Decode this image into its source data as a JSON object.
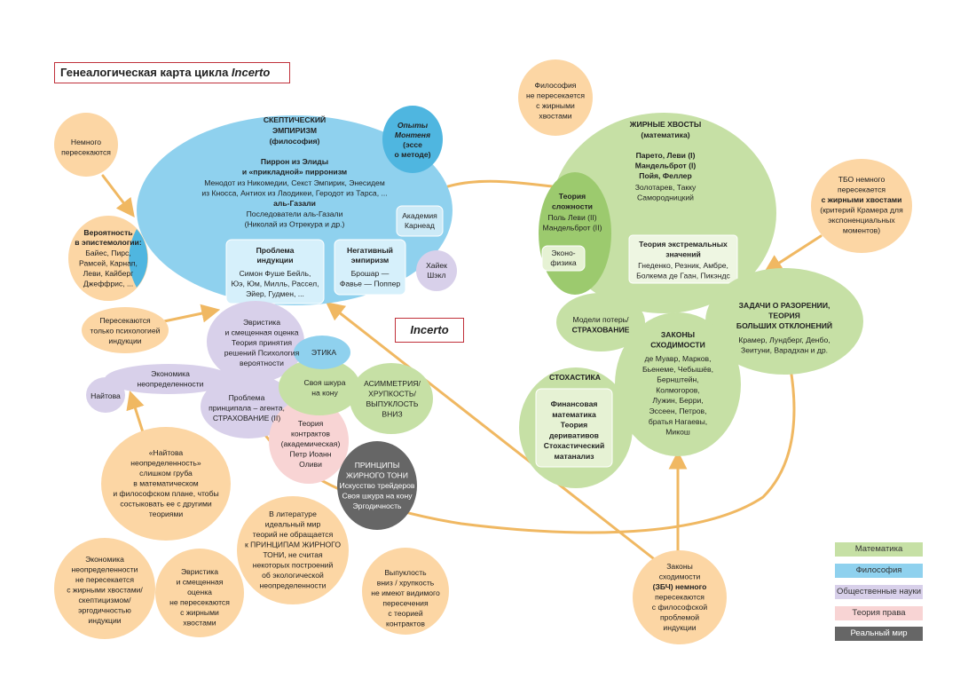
{
  "title": {
    "prefix": "Генеалогическая карта цикла ",
    "italic": "Incerto"
  },
  "incerto_label": "Incerto",
  "colors": {
    "math": "#c6e0a5",
    "math_dark": "#9cca6e",
    "philosophy": "#8fd1ee",
    "philosophy_dark": "#4fb6e0",
    "social": "#d8d0ea",
    "law": "#f8d4d4",
    "real": "#666666",
    "note": "#fcd6a4",
    "arrow": "#f0b862",
    "frame": "#c0303a"
  },
  "nodes": {
    "skeptic": {
      "head": [
        "СКЕПТИЧЕСКИЙ",
        "ЭМПИРИЗМ",
        "(философия)"
      ],
      "b1": [
        "Пиррон из Элиды",
        "и «прикладной» пирронизм"
      ],
      "l1": [
        "Менодот из Никомедии, Секст Эмпирик, Энесидем",
        "из Кносса, Антиох из Лаодикеи, Геродот из Тарса, ..."
      ],
      "b2": [
        "аль-Газали"
      ],
      "l2": [
        "Последователи аль-Газали",
        "(Николай из Отрекура и др.)"
      ]
    },
    "montaigne": [
      "Опыты",
      "Монтеня",
      "(эссе",
      "о методе)"
    ],
    "academy": [
      "Академия",
      "Карнеад"
    ],
    "induction": {
      "head": [
        "Проблема",
        "индукции"
      ],
      "text": [
        "Симон Фуше Бейль,",
        "Юэ, Юм, Милль, Рассел,",
        "Эйер, Гудмен, ..."
      ]
    },
    "negative": {
      "head": [
        "Негативный",
        "эмпиризм"
      ],
      "text": [
        "Брошар —",
        "Фавье — Поппер"
      ]
    },
    "hayek": [
      "Хайек",
      "Шэкл"
    ],
    "probability": {
      "head": [
        "Вероятность",
        "в эпистемологии:"
      ],
      "text": [
        "Байес, Пирс,",
        "Рамсей, Карнап,",
        "Леви, Кайберг",
        "Джеффрис, ..."
      ]
    },
    "heuristics": [
      "Эвристика",
      "и смещенная оценка",
      "Теория принятия",
      "решений Психология",
      "вероятности"
    ],
    "economics": [
      "Экономика",
      "неопределенности"
    ],
    "knight": [
      "Найтова"
    ],
    "principal": [
      "Проблема",
      "принципала – агента,",
      "СТРАХОВАНИЕ (II)"
    ],
    "ethics": [
      "ЭТИКА"
    ],
    "skin": [
      "Своя шкура",
      "на кону"
    ],
    "asymmetry": [
      "АСИММЕТРИЯ/",
      "ХРУПКОСТЬ/",
      "ВЫПУКЛОСТЬ",
      "ВНИЗ"
    ],
    "contracts": [
      "Теория",
      "контрактов",
      "(академическая)",
      "Петр Иоанн",
      "Оливи"
    ],
    "fattony": [
      "ПРИНЦИПЫ",
      "ЖИРНОГО ТОНИ",
      "Искусство трейдеров",
      "Своя шкура на кону",
      "Эргодичность"
    ],
    "fattails": {
      "head": [
        "ЖИРНЫЕ ХВОСТЫ",
        "(математика)"
      ],
      "b": [
        "Парето, Леви (I)",
        "Мандельброт (I)",
        "Пойя, Феллер"
      ],
      "l": [
        "Золотарев, Такку",
        "Самородницкий"
      ]
    },
    "complexity": {
      "head": [
        "Теория",
        "сложности"
      ],
      "text": [
        "Поль Леви (II)",
        "Мандельброт (II)"
      ]
    },
    "econophysics": [
      "Эконо-",
      "физика"
    ],
    "extreme": {
      "head": [
        "Теория экстремальных",
        "значений"
      ],
      "text": [
        "Гнеденко, Резник, Амбре,",
        "Болкема де Гаан, Пикэндс"
      ]
    },
    "losses": [
      "Модели потерь/",
      "СТРАХОВАНИЕ"
    ],
    "ruin": {
      "head": [
        "ЗАДАЧИ О РАЗОРЕНИИ,",
        "ТЕОРИЯ",
        "БОЛЬШИХ ОТКЛОНЕНИЙ"
      ],
      "text": [
        "Крамер, Лундберг, Денбо,",
        "Зеитуни, Варадхан и др."
      ]
    },
    "convergence": {
      "head": [
        "ЗАКОНЫ",
        "СХОДИМОСТИ"
      ],
      "text": [
        "де Муавр, Марков,",
        "Бьенеме, Чебышёв,",
        "Бернштейн,",
        "Колмогоров,",
        "Лужин, Берри,",
        "Эссеен, Петров,",
        "братья Нагаевы,",
        "Микош"
      ]
    },
    "stochastics": {
      "head": [
        "СТОХАСТИКА"
      ],
      "inner": [
        "Финансовая",
        "математика",
        "Теория",
        "деривативов",
        "Стохастический",
        "матанализ"
      ]
    }
  },
  "notes": {
    "philosophy": [
      "Философия",
      "не пересекается",
      "с жирными",
      "хвостами"
    ],
    "slightly": [
      "Немного",
      "пересекаются"
    ],
    "psych": [
      "Пересекаются",
      "только психологией",
      "индукции"
    ],
    "evt": [
      "ТБО немного",
      "пересекается",
      "с жирными хвостами",
      "(критерий Крамера для",
      "экспоненциальных",
      "моментов)"
    ],
    "knightian": [
      "«Найтова",
      "неопределенность»",
      "слишком груба",
      "в математическом",
      "и философском плане, чтобы",
      "состыковать ее с другими",
      "теориями"
    ],
    "literature": [
      "В литературе",
      "идеальный мир",
      "теорий не обращается",
      "к ПРИНЦИПАМ ЖИРНОГО",
      "ТОНИ, не считая",
      "некоторых построений",
      "об экологической",
      "неопределенности"
    ],
    "econ_ft": [
      "Экономика",
      "неопределенности",
      "не пересекается",
      "с жирными хвостами/",
      "скептицизмом/",
      "эргодичностью",
      "индукции"
    ],
    "heur_ft": [
      "Эвристика",
      "и смещенная",
      "оценка",
      "не пересекаются",
      "с жирными",
      "хвостами"
    ],
    "convexity": [
      "Выпуклость",
      "вниз / хрупкость",
      "не имеют видимого",
      "пересечения",
      "с теорией",
      "контрактов"
    ],
    "lln": [
      "Законы",
      "сходимости",
      "(ЗБЧ) немного",
      "пересекаются",
      "с философской",
      "проблемой",
      "индукции"
    ]
  },
  "legend": [
    {
      "label": "Математика",
      "color": "#c6e0a5"
    },
    {
      "label": "Философия",
      "color": "#8fd1ee"
    },
    {
      "label": "Общественные науки",
      "color": "#d8d0ea"
    },
    {
      "label": "Теория права",
      "color": "#f8d4d4"
    },
    {
      "label": "Реальный мир",
      "color": "#666666"
    }
  ]
}
